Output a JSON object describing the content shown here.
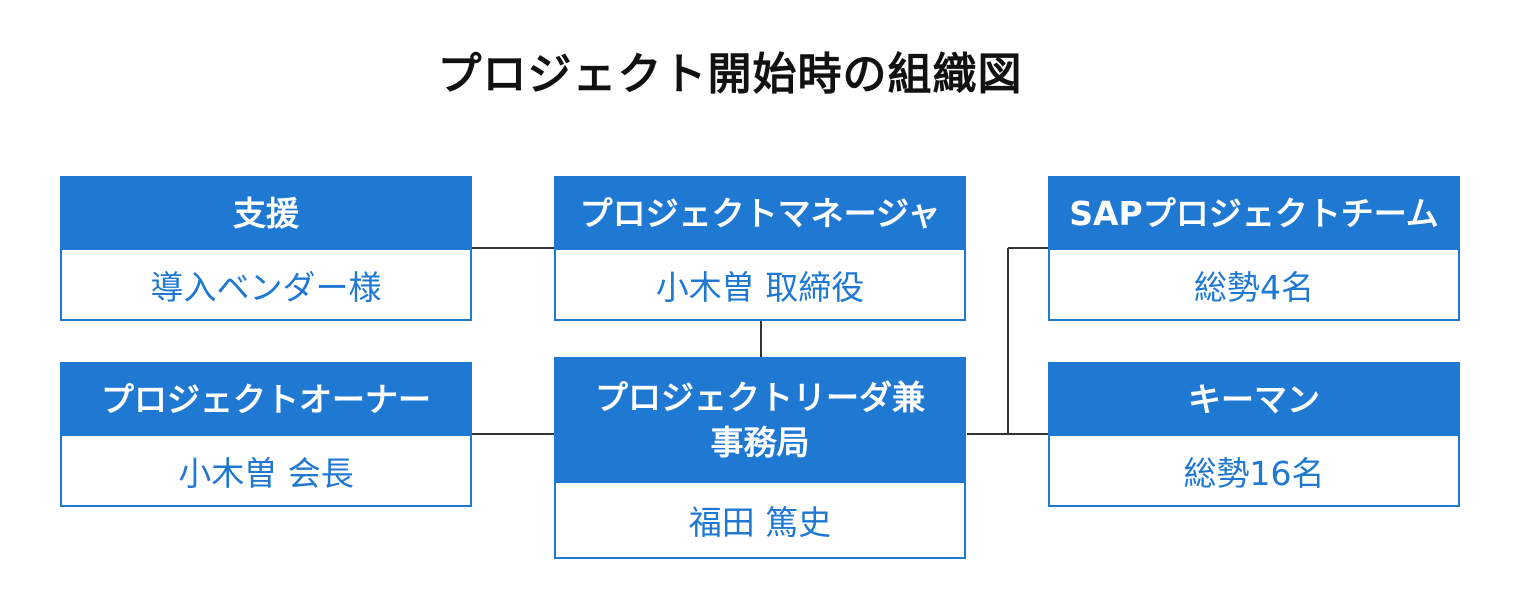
{
  "title": "プロジェクト開始時の組織図",
  "colors": {
    "accent": "#1f78d1",
    "line": "#333333",
    "title": "#111111"
  },
  "nodes": {
    "support": {
      "role": "支援",
      "name": "導入ベンダー様"
    },
    "owner": {
      "role": "プロジェクトオーナー",
      "name": "小木曽 会長"
    },
    "manager": {
      "role": "プロジェクトマネージャ",
      "name": "小木曽 取締役"
    },
    "leader": {
      "role_line1": "プロジェクトリーダ兼",
      "role_line2": "事務局",
      "name": "福田 篤史"
    },
    "sap_team": {
      "role": "SAPプロジェクトチーム",
      "name": "総勢4名"
    },
    "keyman": {
      "role": "キーマン",
      "name": "総勢16名"
    }
  }
}
